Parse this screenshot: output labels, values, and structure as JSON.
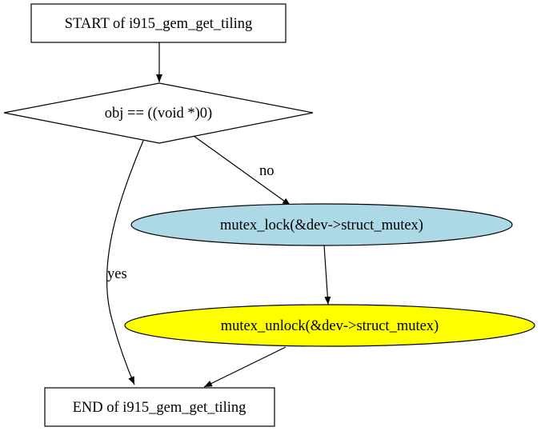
{
  "nodes": {
    "start": {
      "label": "START of i915_gem_get_tiling",
      "shape": "box",
      "fill": "#ffffff"
    },
    "condition": {
      "label": "obj == ((void *)0)",
      "shape": "diamond",
      "fill": "#ffffff"
    },
    "lock": {
      "label": "mutex_lock(&dev->struct_mutex)",
      "shape": "ellipse",
      "fill": "#add8e6"
    },
    "unlock": {
      "label": "mutex_unlock(&dev->struct_mutex)",
      "shape": "ellipse",
      "fill": "#ffff00"
    },
    "end": {
      "label": "END of i915_gem_get_tiling",
      "shape": "box",
      "fill": "#ffffff"
    }
  },
  "edges": {
    "start_to_condition": {
      "from": "start",
      "to": "condition",
      "label": ""
    },
    "condition_to_lock": {
      "from": "condition",
      "to": "lock",
      "label": "no"
    },
    "condition_to_end": {
      "from": "condition",
      "to": "end",
      "label": "yes"
    },
    "lock_to_unlock": {
      "from": "lock",
      "to": "unlock",
      "label": ""
    },
    "unlock_to_end": {
      "from": "unlock",
      "to": "end",
      "label": ""
    }
  },
  "colors": {
    "stroke": "#000000",
    "background": "#ffffff"
  }
}
